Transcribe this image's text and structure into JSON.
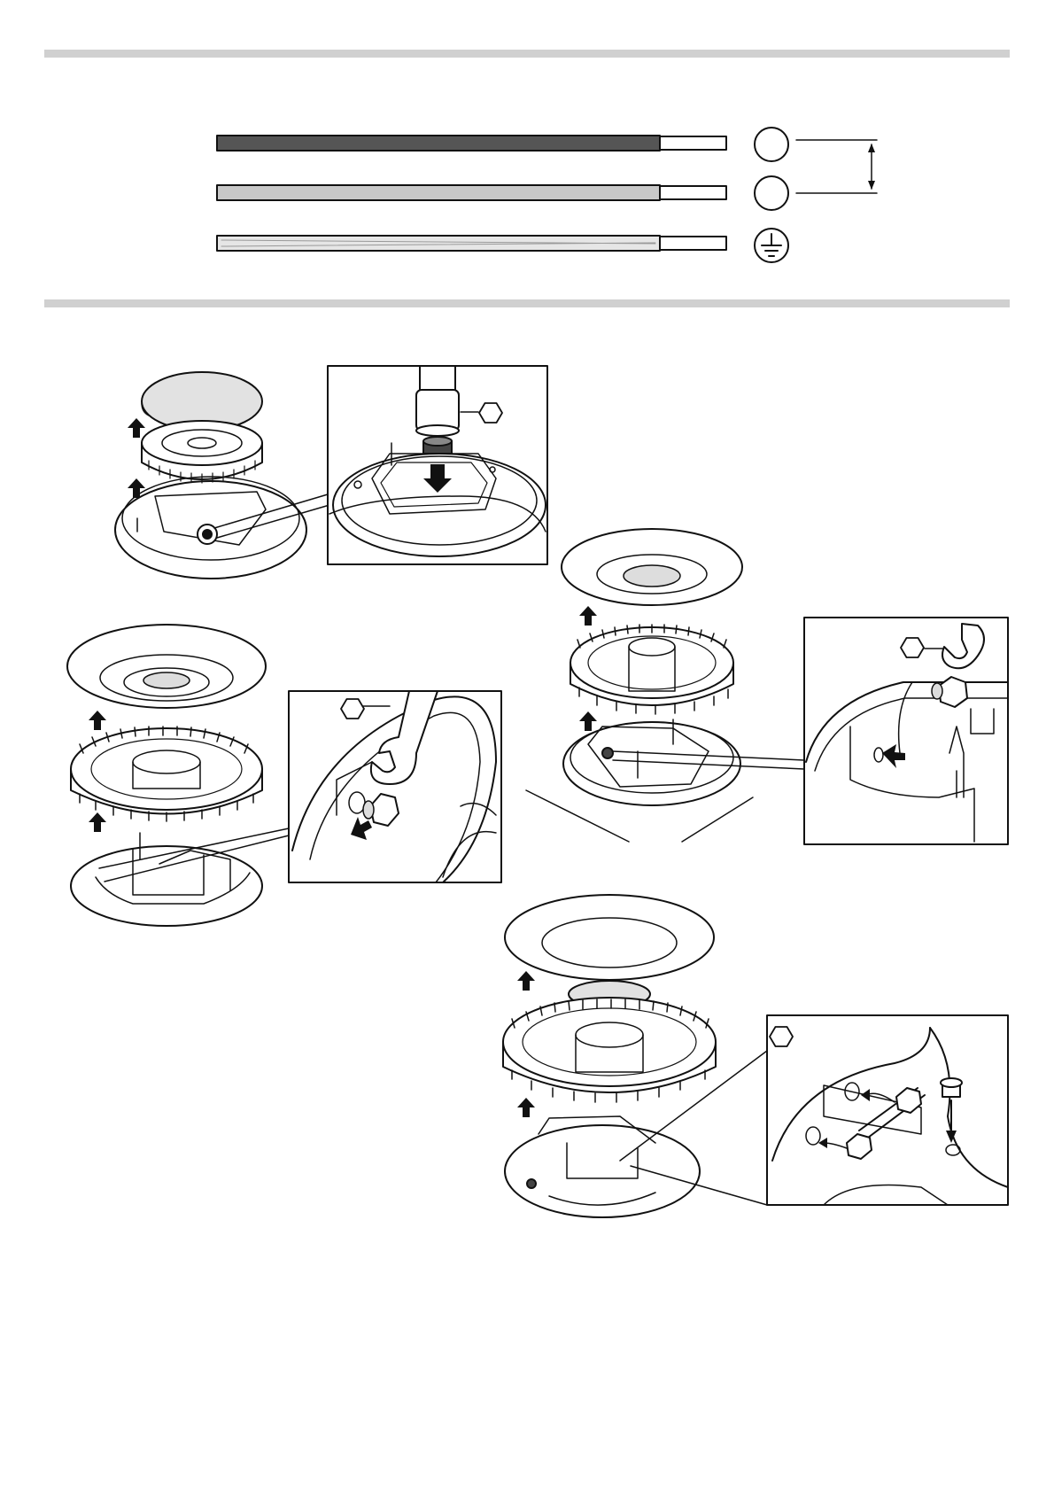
{
  "colors": {
    "wire_live": "#555555",
    "wire_neutral": "#c8c8c8",
    "wire_earth": "#e6e6e6",
    "section_bar": "#d0d0d0",
    "line": "#111111"
  },
  "icons": {
    "wire_live": "terminal-circle-icon",
    "wire_neutral": "terminal-circle-icon",
    "wire_earth": "earth-ground-icon",
    "socket_tool": "hex-socket-icon",
    "spanner_tool": "open-end-spanner-icon"
  },
  "figures": [
    "wiring-diagram",
    "auxiliary-burner-jet",
    "semi-rapid-burner-jet",
    "rapid-burner-jet",
    "triple-crown-burner-jet"
  ]
}
